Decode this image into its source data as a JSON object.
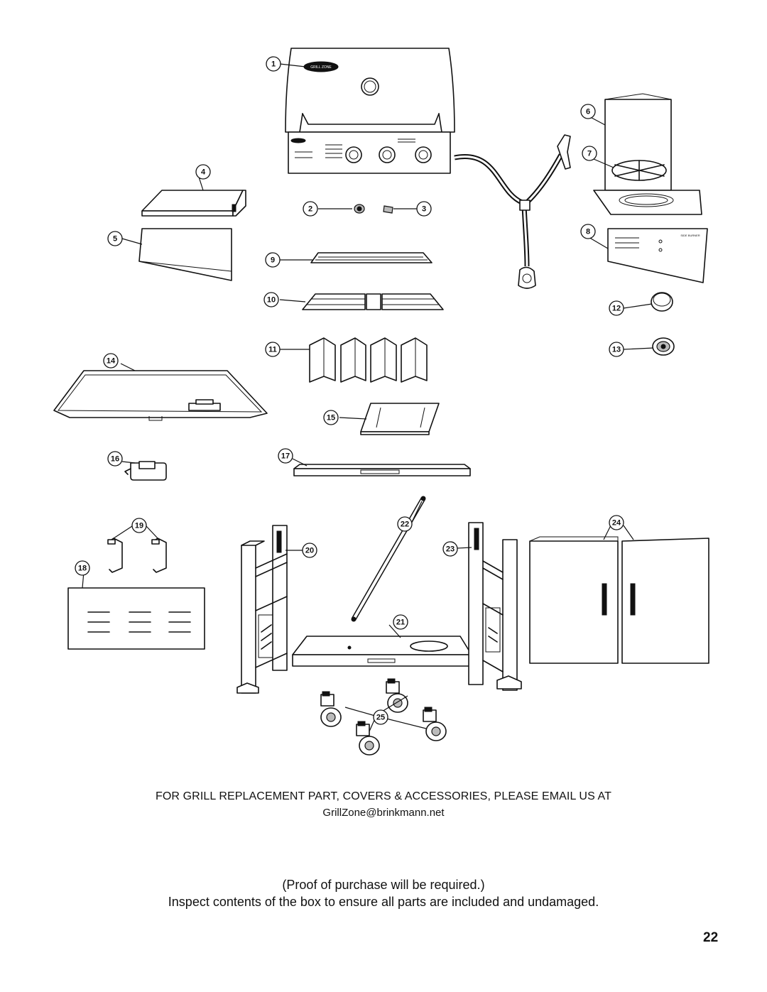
{
  "diagram": {
    "brand_logo_text": "GRILL ZONE",
    "side_burner_label": "SIDE BURNER",
    "callouts": [
      "1",
      "2",
      "3",
      "4",
      "5",
      "6",
      "7",
      "8",
      "9",
      "10",
      "11",
      "12",
      "13",
      "14",
      "15",
      "16",
      "17",
      "18",
      "19",
      "20",
      "21",
      "22",
      "23",
      "24",
      "25"
    ]
  },
  "footer": {
    "email_notice": "FOR GRILL REPLACEMENT PART, COVERS & ACCESSORIES, PLEASE EMAIL US AT",
    "email_address": "GrillZone@brinkmann.net",
    "proof_note": "(Proof of purchase will be required.)",
    "inspect_note": "Inspect contents of the box to ensure all parts are included and undamaged.",
    "page_number": "22"
  }
}
